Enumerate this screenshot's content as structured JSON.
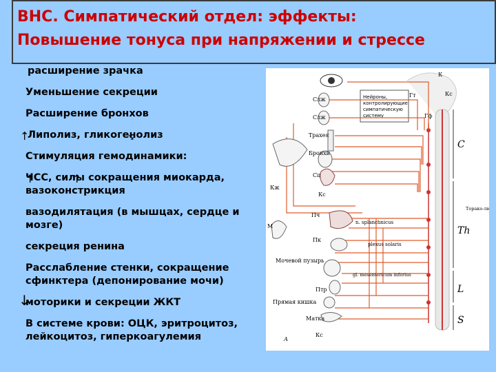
{
  "title": {
    "line1": "ВНС. Симпатический отдел: эффекты:",
    "line2": "Повышение тонуса при напряжении и стрессе"
  },
  "effects": [
    " расширение зрачка",
    "Уменьшение секреции",
    "Расширение бронхов",
    " Липолиз,    гликогенолиз",
    "Стимуляция гемодинамики:",
    " ЧСС,    силы сокращения миокарда, вазоконстрикция",
    "вазодилятация  (в мышцах, сердце и мозге)",
    "     секреция ренина",
    "Расслабление стенки, сокращение сфинктера (депонирование мочи)",
    "     моторики  и секреции ЖКТ",
    "В системе крови:   ОЦК, эритроцитоз, лейкоцитоз, гиперкоагулемия"
  ],
  "diagram": {
    "labels": {
      "k": "К",
      "ks_top": "Кс",
      "neurons": "Нейроны, контролирующие симпатическую систему",
      "gt": "Гт",
      "gf": "Гф",
      "slzh1": "Слж",
      "slzh2": "Слж",
      "trachea": "Трахея",
      "bronchi": "Бронхи",
      "sc": "Сц",
      "kzh": "Кж",
      "ks_mid": "Кс",
      "m": "М",
      "pch": "Пч",
      "pk": "Пк",
      "bladder": "Мочевой пузырь",
      "ptr": "Птр",
      "rectum": "Прямая кишка",
      "uterus": "Матка",
      "ks_bottom": "Кс",
      "n_splanchnicus": "n. splanchnicus",
      "plexus": "plexus solaris",
      "mesenteric": "gl. mesentericum inferius",
      "seg_c": "C",
      "seg_th": "Th",
      "seg_l": "L",
      "seg_s": "S",
      "thoracolumbar": "Торако-люмбальный отдел",
      "fig_a": "А"
    }
  }
}
